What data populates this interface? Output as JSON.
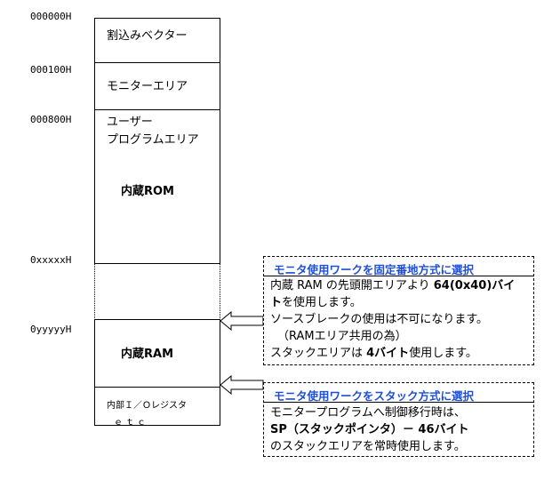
{
  "addresses": {
    "a0": "000000H",
    "a1": "000100H",
    "a2": "000800H",
    "a3": "0xxxxxH",
    "a4": "0yyyyyH"
  },
  "regions": {
    "vector": "割込みベクター",
    "monitor": "モニターエリア",
    "user_line1": "ユーザー",
    "user_line2": "プログラムエリア",
    "rom": "内蔵ROM",
    "ram": "内蔵RAM",
    "io_line1": "内部Ｉ／Ｏレジスタ",
    "io_line2": "ｅｔｃ"
  },
  "box1": {
    "title": "モニタ使用ワークを固定番地方式に選択",
    "l1a": "内蔵 RAM の先頭開エリアより ",
    "l1b": "64(0x40)バイ",
    "l2a": "ト",
    "l2b": "を使用します。",
    "l3": "ソースブレークの使用は不可になります。",
    "l4": "（RAMエリア共用の為）",
    "l5a": "スタックエリアは ",
    "l5b": "4バイト",
    "l5c": "使用します。"
  },
  "box2": {
    "title": "モニタ使用ワークをスタック方式に選択",
    "l1": "モニタープログラムへ制御移行時は、",
    "l2": "SP（スタックポインタ）－ 46バイト",
    "l3": "のスタックエリアを常時使用します。"
  }
}
